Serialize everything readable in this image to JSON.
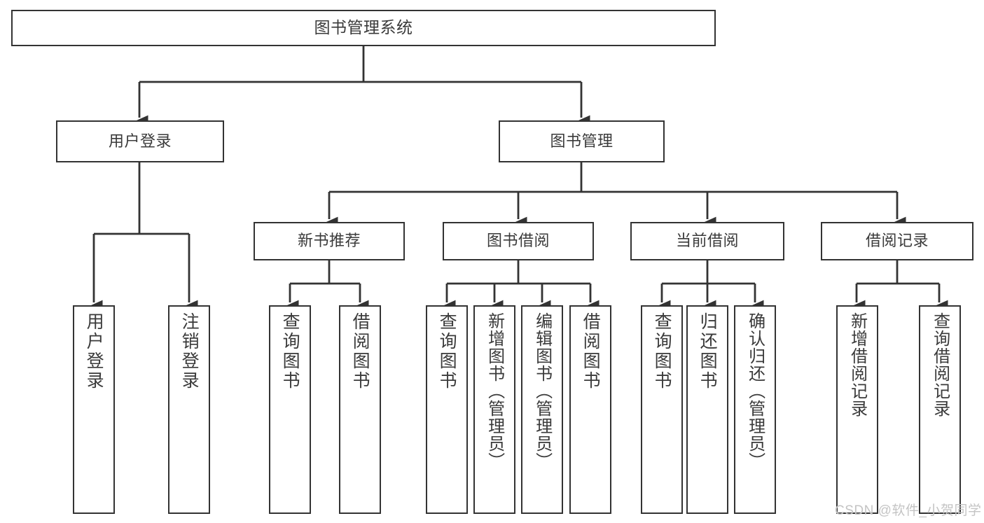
{
  "diagram": {
    "type": "tree-hierarchy-chart",
    "title": "图书管理系统",
    "stroke_color": "#333333",
    "text_color": "#3a3a3a",
    "background_color": "#ffffff",
    "watermark": "CSDN @软件_小贺同学"
  },
  "nodes": {
    "root": {
      "label": "图书管理系统"
    },
    "level1": [
      {
        "label": "用户登录"
      },
      {
        "label": "图书管理"
      }
    ],
    "level2": [
      {
        "label": "新书推荐"
      },
      {
        "label": "图书借阅"
      },
      {
        "label": "当前借阅"
      },
      {
        "label": "借阅记录"
      }
    ],
    "leaves": {
      "user_login": [
        {
          "label": "用户登录"
        },
        {
          "label": "注销登录"
        }
      ],
      "new_book_recommend": [
        {
          "label": "查询图书"
        },
        {
          "label": "借阅图书"
        }
      ],
      "book_borrow": [
        {
          "label": "查询图书"
        },
        {
          "label": "新增图书（管理员）"
        },
        {
          "label": "编辑图书（管理员）"
        },
        {
          "label": "借阅图书"
        }
      ],
      "current_borrow": [
        {
          "label": "查询图书"
        },
        {
          "label": "归还图书"
        },
        {
          "label": "确认归还（管理员）"
        }
      ],
      "borrow_record": [
        {
          "label": "新增借阅记录"
        },
        {
          "label": "查询借阅记录"
        }
      ]
    }
  }
}
